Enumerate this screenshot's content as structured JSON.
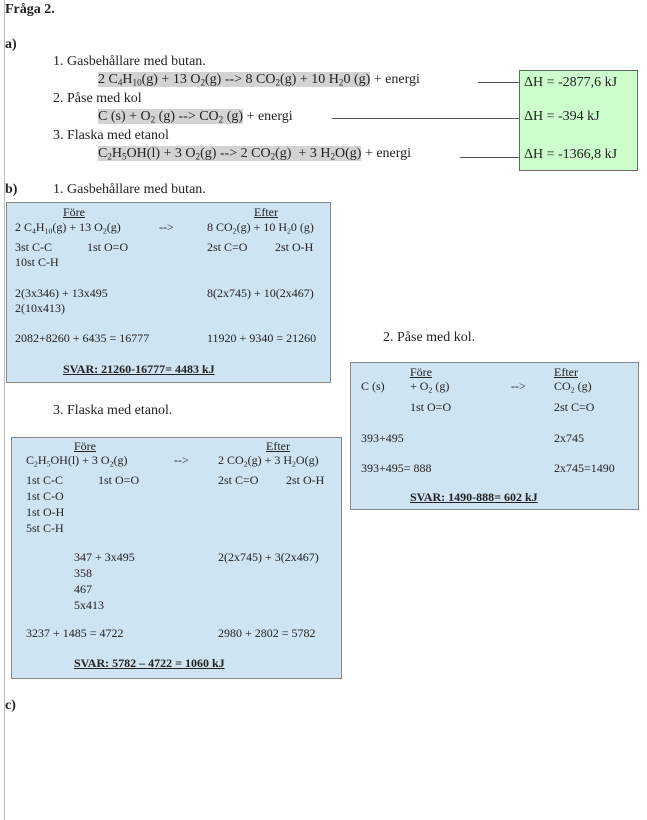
{
  "title": "Fråga 2.",
  "part_a": {
    "label": "a)",
    "items": [
      {
        "heading": "1. Gasbehållare med butan.",
        "equation": [
          [
            "2 C"
          ],
          [
            "4",
            "s"
          ],
          [
            "H"
          ],
          [
            "10",
            "s"
          ],
          [
            "(g) + 13 O"
          ],
          [
            "2",
            "s"
          ],
          [
            "(g) --> 8 CO"
          ],
          [
            "2",
            "s"
          ],
          [
            "(g) + 10 H"
          ],
          [
            "2",
            "s"
          ],
          [
            "0 (g)"
          ]
        ],
        "suffix": "+ energi",
        "delta_h": "ΔH = -2877,6 kJ"
      },
      {
        "heading": "2. Påse med kol",
        "equation": [
          [
            "C (s) + O"
          ],
          [
            "2",
            "s"
          ],
          [
            " (g) --> CO"
          ],
          [
            "2",
            "s"
          ],
          [
            " (g)"
          ]
        ],
        "suffix": "+ energi",
        "delta_h": "ΔH = -394 kJ"
      },
      {
        "heading": "3. Flaska med etanol",
        "equation": [
          [
            "C"
          ],
          [
            "2",
            "s"
          ],
          [
            "H"
          ],
          [
            "5",
            "s"
          ],
          [
            "OH(l) + 3 O"
          ],
          [
            "2",
            "s"
          ],
          [
            "(g) --> 2 CO"
          ],
          [
            "2",
            "s"
          ],
          [
            "(g)  + 3 H"
          ],
          [
            "2",
            "s"
          ],
          [
            "O(g)"
          ]
        ],
        "suffix": "+ energi",
        "delta_h": "ΔH = -1366,8 kJ"
      }
    ]
  },
  "part_b": {
    "label": "b)",
    "butan": {
      "heading": "1. Gasbehållare med butan.",
      "fore": "Före",
      "efter": "Efter",
      "arrow": "-->",
      "left_eq": [
        [
          "2 C"
        ],
        [
          "4",
          "s"
        ],
        [
          "H"
        ],
        [
          "10",
          "s"
        ],
        [
          "(g) + 13 O"
        ],
        [
          "2",
          "s"
        ],
        [
          "(g)"
        ]
      ],
      "right_eq": [
        [
          "8 CO"
        ],
        [
          "2",
          "s"
        ],
        [
          "(g) + 10 H"
        ],
        [
          "2",
          "s"
        ],
        [
          "0 (g)"
        ]
      ],
      "bonds_left_1": "3st   C-C",
      "bonds_left_2": "1st O=O",
      "bonds_left_3": "10st C-H",
      "bonds_right_1": "2st C=O",
      "bonds_right_2": "2st O-H",
      "calc_left_1": "2(3x346) + 13x495",
      "calc_left_2": "2(10x413)",
      "calc_right": "8(2x745) + 10(2x467)",
      "sum_left": "2082+8260 + 6435 = 16777",
      "sum_right": "11920 + 9340 = 21260",
      "answer": "SVAR: 21260-16777= 4483 kJ"
    },
    "kol": {
      "heading": "2. Påse med kol.",
      "fore": "Före",
      "efter": "Efter",
      "arrow": "-->",
      "reactant_1": "C (s)",
      "left_eq": [
        [
          "+ O"
        ],
        [
          "2",
          "s"
        ],
        [
          " (g)"
        ]
      ],
      "right_eq": [
        [
          "CO"
        ],
        [
          "2",
          "s"
        ],
        [
          " (g)"
        ]
      ],
      "bonds_left": "1st O=O",
      "bonds_right": "2st C=O",
      "calc_left": "393+495",
      "calc_right": "2x745",
      "sum_left": "393+495= 888",
      "sum_right": "2x745=1490",
      "answer": "SVAR: 1490-888= 602 kJ"
    },
    "etanol": {
      "heading": "3. Flaska med etanol.",
      "fore": "Före",
      "efter": "Efter",
      "arrow": "-->",
      "left_eq": [
        [
          "C"
        ],
        [
          "2",
          "s"
        ],
        [
          "H"
        ],
        [
          "5",
          "s"
        ],
        [
          "OH(l) + 3 O"
        ],
        [
          "2",
          "s"
        ],
        [
          "(g)"
        ]
      ],
      "right_eq": [
        [
          "2 CO"
        ],
        [
          "2",
          "s"
        ],
        [
          "(g) + 3 H"
        ],
        [
          "2",
          "s"
        ],
        [
          "O(g)"
        ]
      ],
      "bonds_left": [
        "1st C-C",
        "1st C-O",
        "1st O-H",
        "5st C-H"
      ],
      "bonds_left_2": "1st O=O",
      "bonds_right_1": "2st C=O",
      "bonds_right_2": "2st O-H",
      "calc_left": [
        "347 + 3x495",
        "358",
        "467",
        "5x413"
      ],
      "calc_right": "2(2x745) + 3(2x467)",
      "sum_left": "3237 + 1485 = 4722",
      "sum_right": "2980 + 2802 = 5782",
      "answer": "SVAR: 5782 – 4722 = 1060 kJ"
    }
  },
  "part_c": {
    "label": "c)"
  },
  "colors": {
    "highlight": "#d3d3d3",
    "green_box": "#ccffcc",
    "blue_box": "#cfe4f3"
  }
}
